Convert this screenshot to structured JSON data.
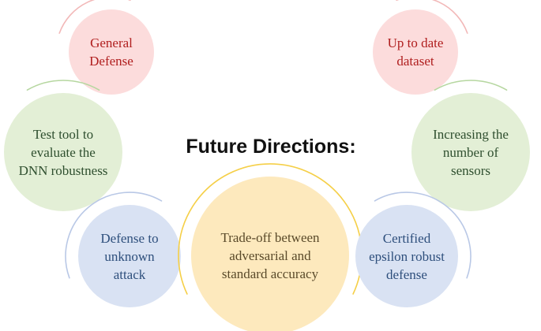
{
  "title": "Future Directions:",
  "colors": {
    "red_fill": "#fcdcdc",
    "red_ring": "#f2b8b8",
    "red_text": "#b01e1e",
    "green_fill": "#e3efd6",
    "green_ring": "#b6d7a0",
    "green_text": "#2f4f2f",
    "blue_fill": "#d9e2f3",
    "blue_ring": "#b9c8e6",
    "blue_text": "#2e4f7c",
    "yellow_fill": "#fde9bd",
    "yellow_ring": "#f5cf47",
    "yellow_text": "#5a4a2a"
  },
  "nodes": [
    {
      "id": "general-defense",
      "label": "General\nDefense",
      "color": "red"
    },
    {
      "id": "up-to-date-dataset",
      "label": "Up to date\ndataset",
      "color": "red"
    },
    {
      "id": "test-tool",
      "label": "Test tool to\nevaluate the\nDNN robustness",
      "color": "green"
    },
    {
      "id": "increasing-sensors",
      "label": "Increasing the\nnumber of\nsensors",
      "color": "green"
    },
    {
      "id": "defense-unknown-attack",
      "label": "Defense to\nunknown\nattack",
      "color": "blue"
    },
    {
      "id": "trade-off",
      "label": "Trade-off between\nadversarial and\nstandard accuracy",
      "color": "yellow"
    },
    {
      "id": "certified-defense",
      "label": "Certified\nepsilon robust\ndefense",
      "color": "blue"
    }
  ]
}
